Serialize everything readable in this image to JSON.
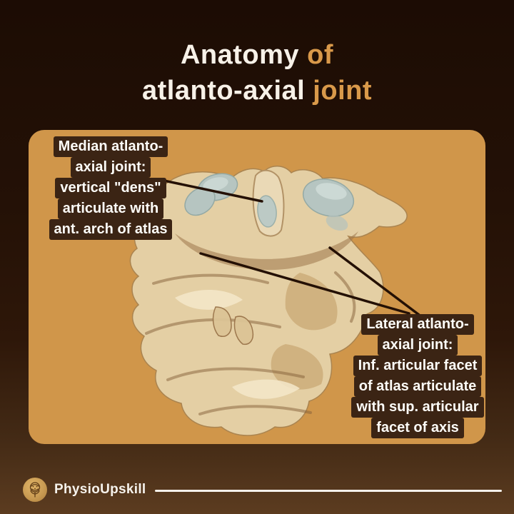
{
  "title": {
    "word_anatomy": "Anatomy",
    "word_of": "of",
    "word_atlanto": "atlanto-axial",
    "word_joint": "joint"
  },
  "callouts": {
    "median": {
      "lines": [
        "Median atlanto-",
        "axial joint:",
        "vertical \"dens\"",
        "articulate with",
        "ant. arch of atlas"
      ]
    },
    "lateral": {
      "lines": [
        "Lateral atlanto-",
        "axial joint:",
        "Inf. articular facet",
        "of atlas articulate",
        "with sup. articular",
        "facet of axis"
      ]
    }
  },
  "footer": {
    "brand": "PhysioUpskill"
  },
  "icons": {
    "brand_logo": "tree-brain-icon"
  },
  "colors": {
    "background_top": "#1c0c04",
    "background_bottom": "#5c3c20",
    "panel": "#d0964a",
    "accent": "#d9994a",
    "title_text": "#f7f1e8",
    "callout_bg": "#3b2414",
    "callout_text": "#fdfcf8",
    "pointer_line": "#241004",
    "bone": "#e4cfa4",
    "bone_shadow": "#9c764a",
    "facet_blue": "#b6c5c1",
    "divider": "#f4f0ea"
  }
}
